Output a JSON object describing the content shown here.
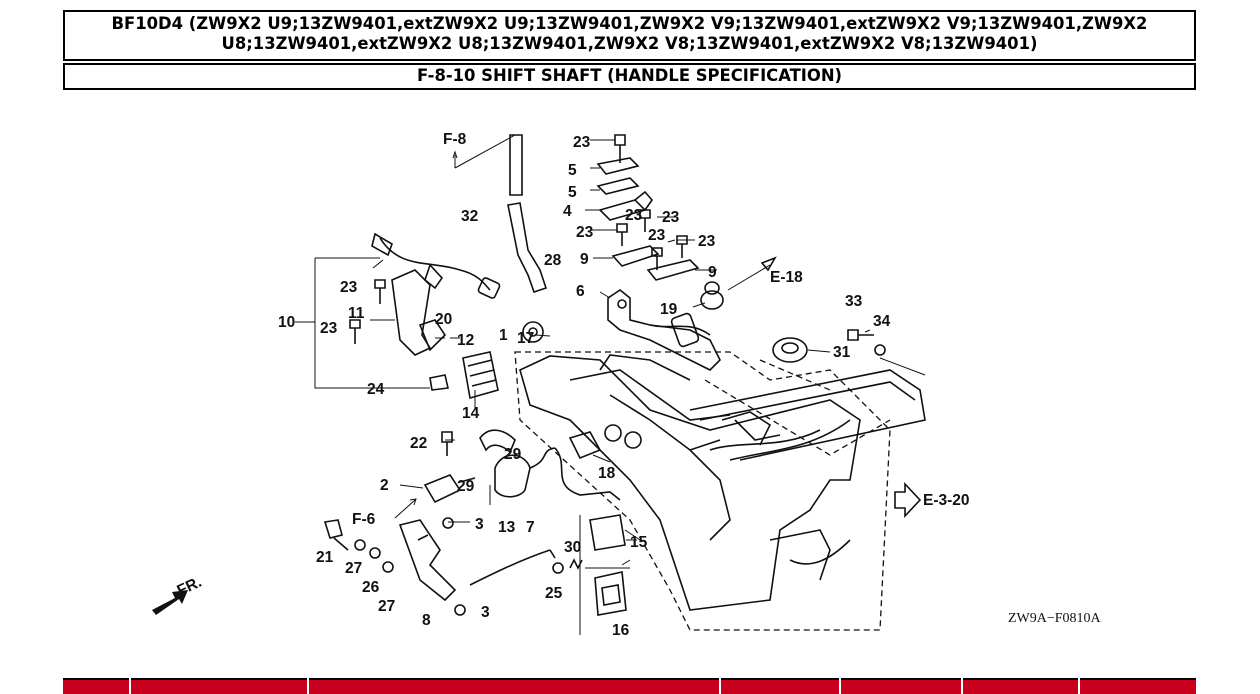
{
  "header": {
    "model_line": "BF10D4 (ZW9X2 U9;13ZW9401,extZW9X2 U9;13ZW9401,ZW9X2 V9;13ZW9401,extZW9X2 V9;13ZW9401,ZW9X2 U8;13ZW9401,extZW9X2 U8;13ZW9401,ZW9X2 V8;13ZW9401,extZW9X2 V8;13ZW9401)",
    "section_title": "F-8-10 SHIFT SHAFT (HANDLE SPECIFICATION)"
  },
  "diagram": {
    "part_labels": [
      "1",
      "2",
      "3",
      "3",
      "4",
      "5",
      "5",
      "6",
      "7",
      "8",
      "9",
      "9",
      "10",
      "11",
      "12",
      "13",
      "14",
      "15",
      "16",
      "17",
      "18",
      "19",
      "20",
      "21",
      "22",
      "23",
      "23",
      "23",
      "23",
      "23",
      "23",
      "23",
      "23",
      "24",
      "25",
      "26",
      "27",
      "27",
      "28",
      "29",
      "29",
      "30",
      "31",
      "32",
      "33",
      "34"
    ],
    "refs": {
      "f8": "F-8",
      "e18": "E-18",
      "f6": "F-6",
      "e320": "E-3-20",
      "fr": "FR."
    },
    "drawing_code": "ZW9A−F0810A"
  },
  "colors": {
    "table_header": "#c8001e",
    "border": "#000000"
  }
}
